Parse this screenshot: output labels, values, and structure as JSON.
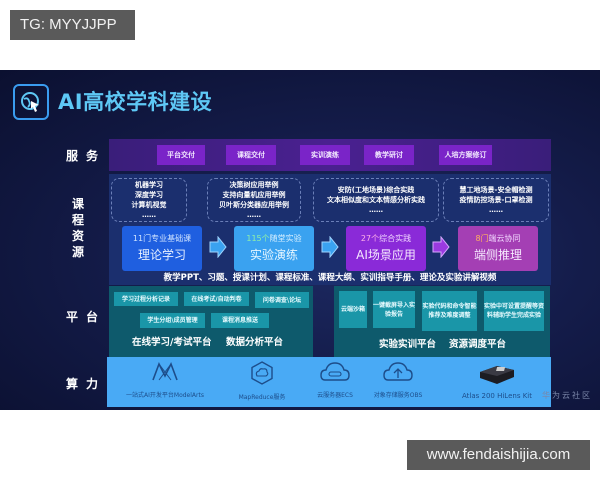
{
  "watermarks": {
    "top": "TG: MYYJJPP",
    "bottom": "www.fendaishijia.com"
  },
  "slide": {
    "title": "AI高校学科建设",
    "logo_icon": "globe-cursor-icon",
    "brand": "华为云社区",
    "rows": {
      "service": "服务",
      "resources": "课程资源",
      "platform": "平台",
      "compute": "算力"
    },
    "services": [
      "平台交付",
      "课程交付",
      "实训演练",
      "教学研讨",
      "人培方案修订"
    ],
    "examples": [
      [
        "机器学习",
        "深度学习",
        "计算机视觉",
        "……"
      ],
      [
        "决策树应用举例",
        "支持向量机应用举例",
        "贝叶斯分类器应用举例",
        "……"
      ],
      [
        "安防(工地场景)综合实践",
        "文本相似度和文本情感分析实践",
        "……"
      ],
      [
        "慧工地场景-安全帽检测",
        "疫情防控场景-口罩检测",
        "……"
      ]
    ],
    "cards": [
      {
        "num": "11门",
        "sub": "专业基础课",
        "main": "理论学习",
        "bg": "#1f5fe0",
        "num_color": "#cfe3ff"
      },
      {
        "num": "115个",
        "sub": "随堂实验",
        "main": "实验演练",
        "bg": "#3aa2f0",
        "num_color": "#8ff0a8"
      },
      {
        "num": "27个",
        "sub": "综合实践",
        "main": "AI场景应用",
        "bg": "#8a2ad8",
        "num_color": "#ffb0e8"
      },
      {
        "num": "8门",
        "sub": "端云协同",
        "main": "端侧推理",
        "bg": "#a43fb4",
        "num_color": "#ffb060"
      }
    ],
    "resources_footer": "教学PPT、习题、授课计划、课程标准、课程大纲、实训指导手册、理论及实验讲解视频",
    "platform_left": {
      "items": [
        "学习过程分析记录",
        "在线考试/自动判卷",
        "问卷调查\\论坛",
        "学生分组\\成员管理",
        "课程消息推送"
      ],
      "footer_a": "在线学习/考试平台",
      "footer_b": "数据分析平台"
    },
    "platform_right": {
      "items": [
        "云端沙箱",
        "一键截屏导入实验报告",
        "实验代码和命令智能推荐及难度调整",
        "实验中可设置提醒等资料辅助学生完成实验"
      ],
      "footer_a": "实验实训平台",
      "footer_b": "资源调度平台"
    },
    "compute": [
      {
        "label": "一站式AI开发平台ModelArts",
        "icon": "modelarts-icon"
      },
      {
        "label": "MapReduce服务",
        "icon": "mapreduce-hexagon-icon"
      },
      {
        "label": "云服务器ECS",
        "icon": "cloud-server-icon"
      },
      {
        "label": "对象存储服务OBS",
        "icon": "cloud-upload-icon"
      },
      {
        "label": "Atlas 200 HiLens Kit",
        "icon": "hilens-device-icon"
      }
    ]
  }
}
